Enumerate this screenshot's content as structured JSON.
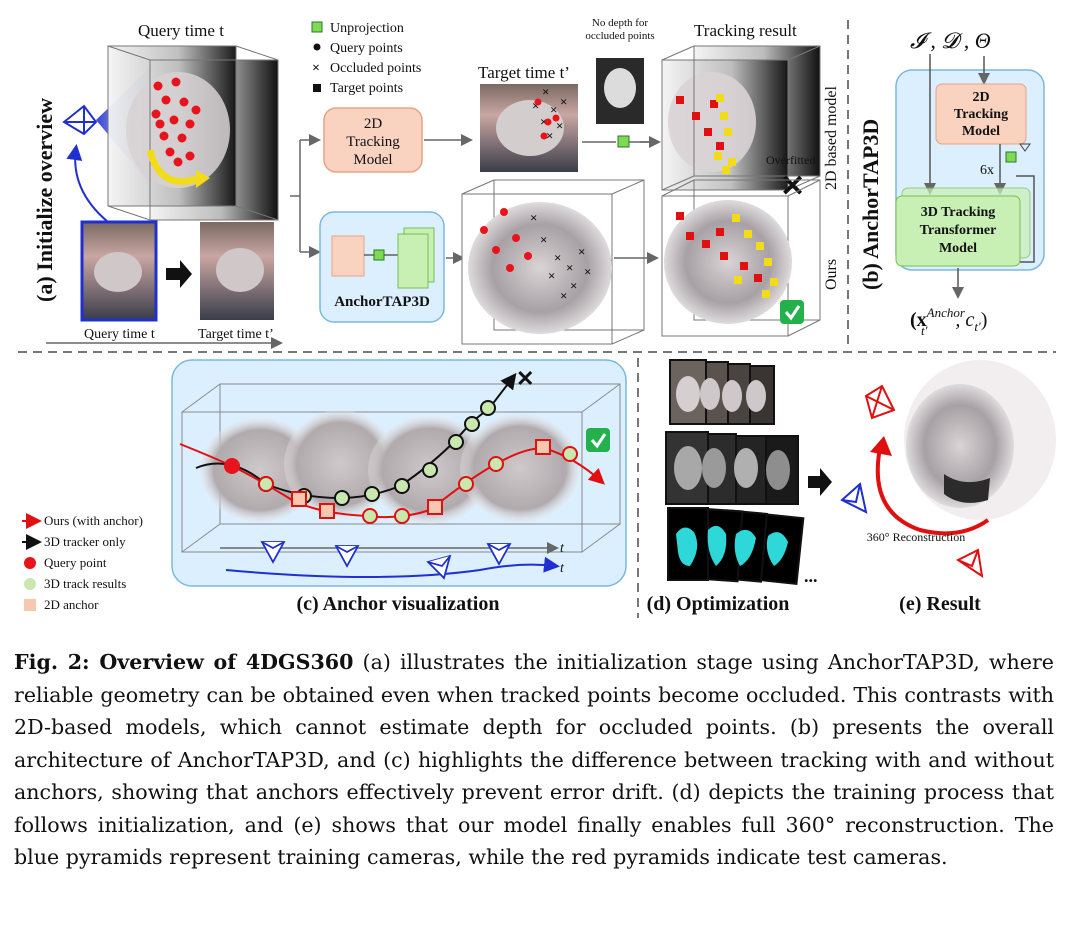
{
  "panel_a": {
    "side_title": "(a) Initialize overview",
    "query_time_label": "Query time t",
    "axis_query": "Query time t",
    "axis_target": "Target time t’",
    "target_label": "Target time t’",
    "no_depth_line1": "No depth for",
    "no_depth_line2": "occluded points",
    "tracking_result": "Tracking result",
    "model_2d": [
      "2D",
      "Tracking",
      "Model"
    ],
    "anchor_name": "AnchorTAP3D",
    "overfitted": "Overfitted",
    "row_2d_label": "2D based model",
    "row_ours_label": "Ours",
    "legend": [
      "Unprojection",
      "Query points",
      "Occluded points",
      "Target points"
    ]
  },
  "panel_b": {
    "side_title": "(b) AnchorTAP3D",
    "inputs": "𝓘 , 𝓓 , Θ",
    "model_2d": [
      "2D",
      "Tracking",
      "Model"
    ],
    "repeat": "6x",
    "model_3d": [
      "3D Tracking",
      "Transformer",
      "Model"
    ],
    "output_x": "(x",
    "output_sup": "Anchor",
    "output_sub": "t′",
    "output_c": ", c",
    "output_csub": "t′",
    "output_close": ")"
  },
  "panel_c": {
    "title": "(c) Anchor visualization",
    "axis_black": "t",
    "axis_blue": "t",
    "legend": [
      "Ours (with anchor)",
      "3D tracker only",
      "Query point",
      "3D track results",
      "2D anchor"
    ]
  },
  "panel_d": {
    "title": "(d) Optimization",
    "ellipsis": "..."
  },
  "panel_e": {
    "title": "(e) Result",
    "recon_label": "360° Reconstruction"
  },
  "caption": {
    "label": "Fig. 2: Overview of 4DGS360",
    "text": " (a) illustrates the initialization stage using AnchorTAP3D, where reliable geometry can be obtained even when tracked points become occluded. This contrasts with 2D-based models, which cannot estimate depth for occluded points. (b) presents the overall architecture of AnchorTAP3D, and (c) highlights the difference between tracking with and without anchors, showing that anchors effectively prevent error drift. (d) depicts the training process that follows initialization, and (e) shows that our model finally enables full 360° reconstruction. The blue pyramids represent training cameras, while the red pyramids indicate test cameras."
  },
  "colors": {
    "query": "#e8141c",
    "occluded": "#f2dc1a",
    "target_red": "#e01010",
    "anchor_fill": "#f7c8b0",
    "track_green": "#c8e8b0",
    "blue_cam": "#1f2fd0",
    "panel_bg": "#dcefff",
    "panel_border": "#7ab8e0",
    "box2d": "#f9d3c0",
    "box3d": "#c9f0b4",
    "check": "#22b14c"
  }
}
